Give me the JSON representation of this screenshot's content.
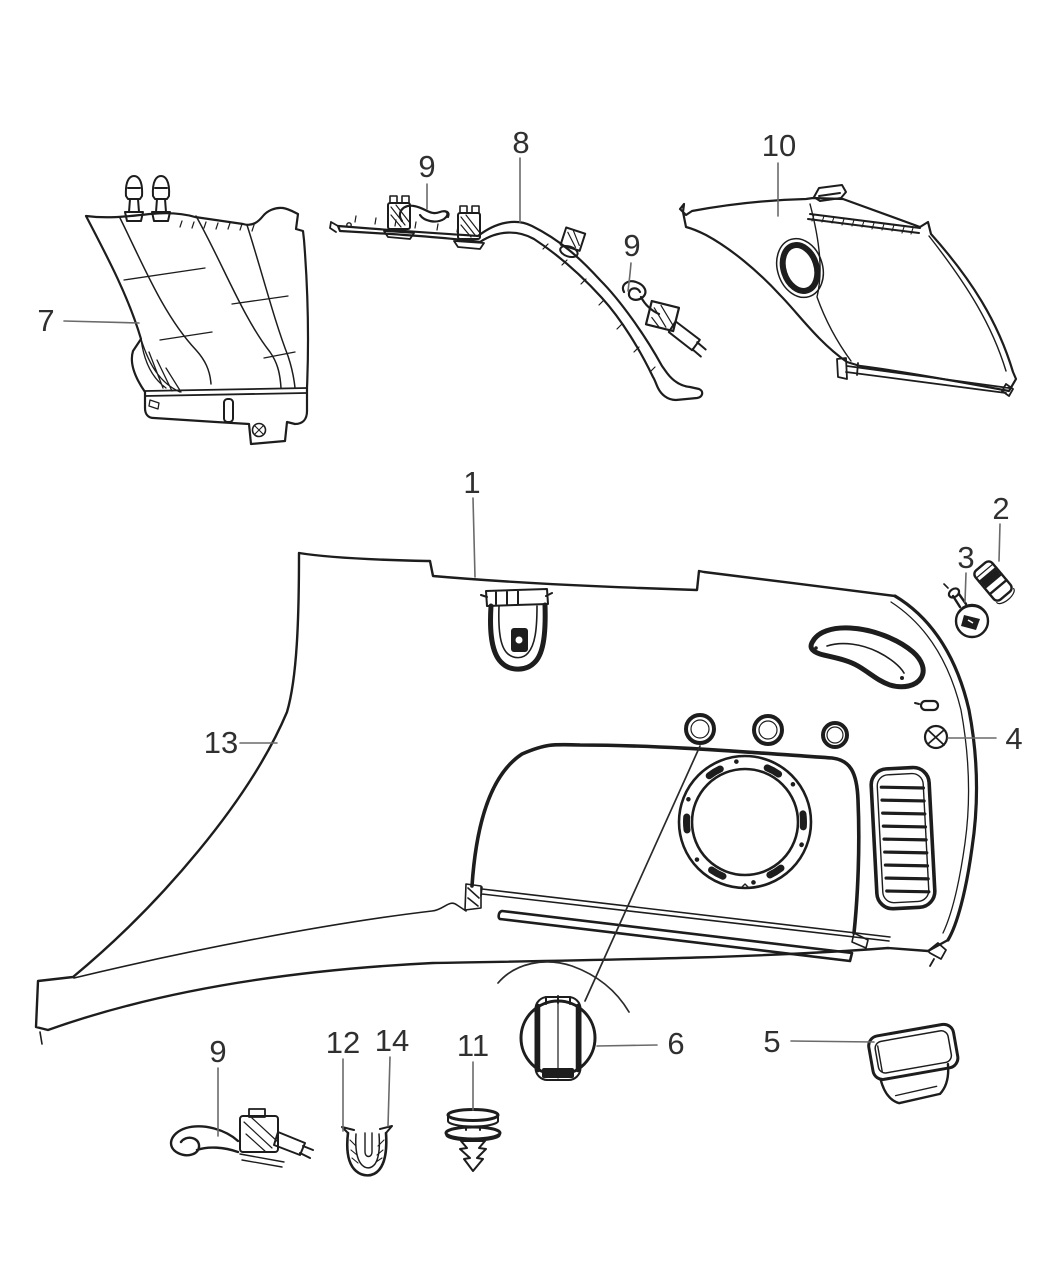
{
  "page": {
    "background": "#ffffff"
  },
  "diagram": {
    "type": "exploded-parts-diagram",
    "ink_color": "#1d1d1d",
    "leader_color": "#6a6a6a",
    "label_color": "#303030",
    "callouts": [
      {
        "label": "7"
      },
      {
        "label": "9"
      },
      {
        "label": "8"
      },
      {
        "label": "9"
      },
      {
        "label": "10"
      },
      {
        "label": "1"
      },
      {
        "label": "2"
      },
      {
        "label": "3"
      },
      {
        "label": "4"
      },
      {
        "label": "13"
      },
      {
        "label": "9"
      },
      {
        "label": "12"
      },
      {
        "label": "14"
      },
      {
        "label": "11"
      },
      {
        "label": "6"
      },
      {
        "label": "5"
      }
    ]
  }
}
